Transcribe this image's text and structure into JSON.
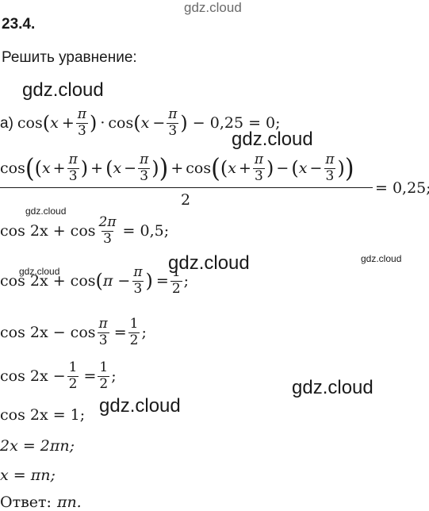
{
  "watermarks": {
    "top": "gdz.cloud",
    "big": "gdz.cloud",
    "small": "gdz.cloud"
  },
  "problem_number": "23.4.",
  "task": "Решить уравнение:",
  "part_label": "а)",
  "lines": {
    "l1_cos": "cos",
    "l1_x": "x",
    "l1_plus": "+",
    "pi": "π",
    "three": "3",
    "two": "2",
    "one": "1",
    "l1_dot": "·",
    "l1_minus": "−",
    "l1_tail": "− 0,25 = 0;",
    "l2_rhs": "= 0,25;",
    "l2_den": "2",
    "l3_lhs": "cos 2x + cos",
    "two_pi": "2π",
    "l3_rhs": "= 0,5;",
    "l4_lhs": "cos 2x + cos",
    "l4_pi_minus": "π −",
    "eq": "=",
    "l5_lhs": "cos 2x − cos",
    "l6_lhs": "cos 2x −",
    "semi": ";",
    "l7": "cos 2x = 1;",
    "l8": "2x = 2πn;",
    "l9": "x = πn;",
    "answer_label": "Ответ:",
    "answer_value": "πn."
  }
}
